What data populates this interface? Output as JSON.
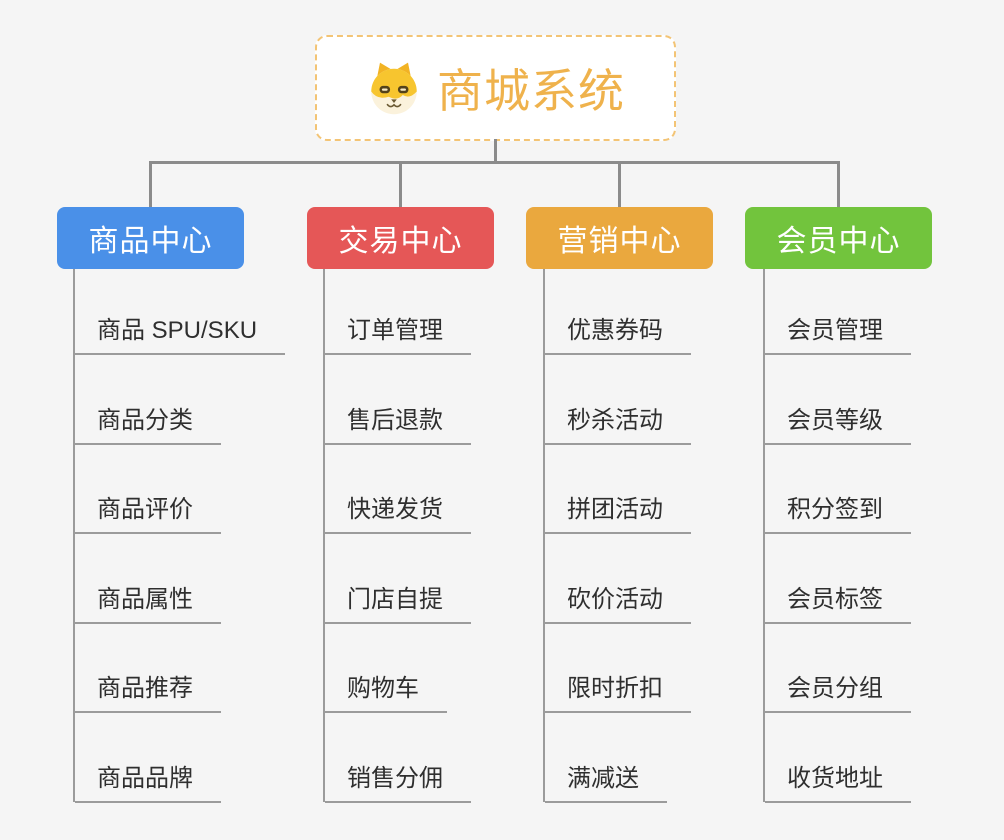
{
  "root": {
    "title": "商城系统",
    "icon": "dog-face-icon"
  },
  "palette": {
    "background": "#f5f5f5",
    "root_accent": "#efb24c",
    "root_border": "#f3c475",
    "connector": "#8b8b8b",
    "underline": "#9b9b9b",
    "leaf_text": "#2f2f2f"
  },
  "branches": [
    {
      "label": "商品中心",
      "color": "#4a90e8",
      "children": [
        "商品 SPU/SKU",
        "商品分类",
        "商品评价",
        "商品属性",
        "商品推荐",
        "商品品牌"
      ]
    },
    {
      "label": "交易中心",
      "color": "#e55757",
      "children": [
        "订单管理",
        "售后退款",
        "快递发货",
        "门店自提",
        "购物车",
        "销售分佣"
      ]
    },
    {
      "label": "营销中心",
      "color": "#eaa83e",
      "children": [
        "优惠券码",
        "秒杀活动",
        "拼团活动",
        "砍价活动",
        "限时折扣",
        "满减送"
      ]
    },
    {
      "label": "会员中心",
      "color": "#72c43d",
      "children": [
        "会员管理",
        "会员等级",
        "积分签到",
        "会员标签",
        "会员分组",
        "收货地址"
      ]
    }
  ]
}
